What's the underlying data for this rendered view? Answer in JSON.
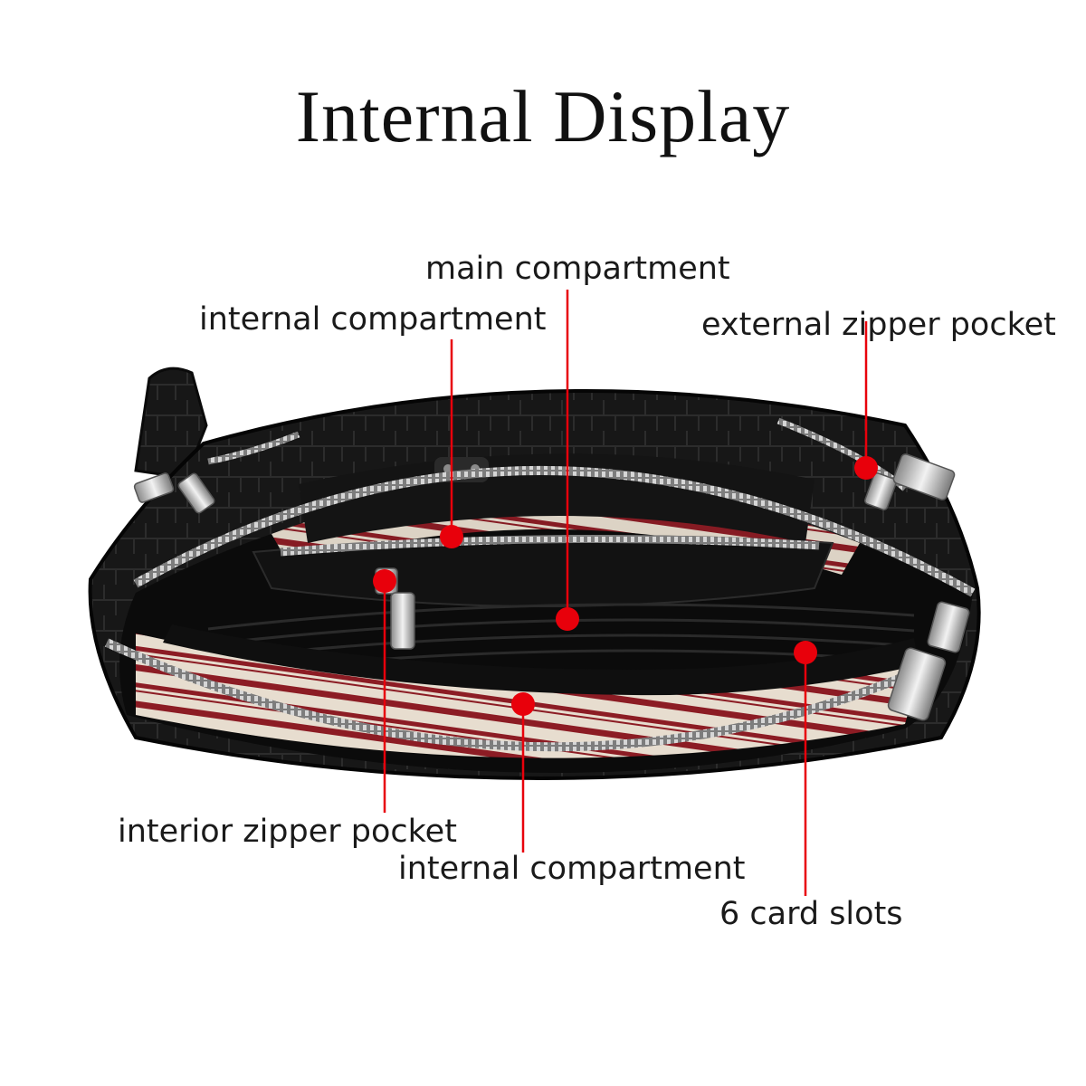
{
  "title": "Internal Display",
  "colors": {
    "leather": "#151515",
    "zipper": "#b9b9b9",
    "lining_red": "#8c1c24",
    "lining_cream": "#e7ddcf",
    "marker": "#e8000b"
  },
  "callouts": [
    {
      "id": "main-compartment",
      "text": "main compartment"
    },
    {
      "id": "internal-compartment-top",
      "text": "internal compartment"
    },
    {
      "id": "external-zipper-pocket",
      "text": "external zipper pocket"
    },
    {
      "id": "interior-zipper-pocket",
      "text": "interior zipper pocket"
    },
    {
      "id": "internal-compartment-bottom",
      "text": "internal compartment"
    },
    {
      "id": "card-slots",
      "text": "6 card slots"
    }
  ]
}
